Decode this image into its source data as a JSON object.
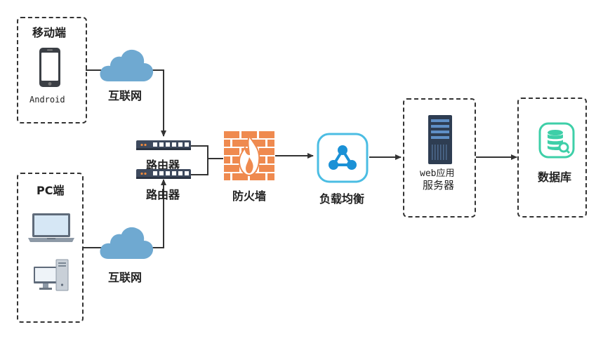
{
  "mobile": {
    "title": "移动端",
    "device_label": "Android"
  },
  "pc": {
    "title": "PC端"
  },
  "internet_top": {
    "label": "互联网"
  },
  "internet_bottom": {
    "label": "互联网"
  },
  "router_top": {
    "label": "路由器"
  },
  "router_bottom": {
    "label": "路由器"
  },
  "firewall": {
    "label": "防火墙"
  },
  "load_balancer": {
    "label": "负载均衡"
  },
  "web_server": {
    "label_line1": "web应用",
    "label_line2": "服务器"
  },
  "database": {
    "label": "数据库"
  },
  "colors": {
    "cloud": "#6fa9d1",
    "router": "#3e4a5e",
    "firewall": "#ef8a4f",
    "load_balancer_border": "#4bbde3",
    "load_balancer_icon": "#1b91d6",
    "server": "#2e3d52",
    "database": "#3ecfa8",
    "line": "#333333"
  }
}
